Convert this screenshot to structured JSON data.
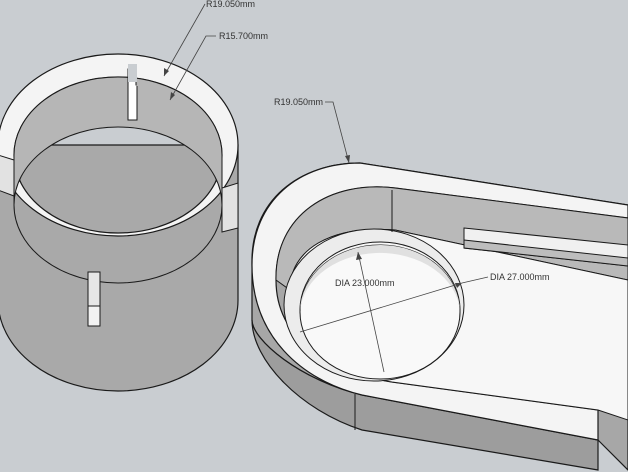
{
  "viewport": {
    "background": "#c9cdd1"
  },
  "colors": {
    "edge": "#1a1a1a",
    "top_face": "#f4f4f4",
    "outer_wall": "#aaaaaa",
    "outer_wall_shade": "#9a9a9a",
    "inner_wall": "#b8b8b8",
    "floor": "#f7f7f7",
    "leader": "#444444"
  },
  "dimensions": {
    "ring_outer_radius": "R19.050mm",
    "ring_inner_radius": "R15.700mm",
    "base_radius": "R19.050mm",
    "hole_inner_diameter": "DIA 23.000mm",
    "hole_outer_diameter": "DIA 27.000mm"
  }
}
